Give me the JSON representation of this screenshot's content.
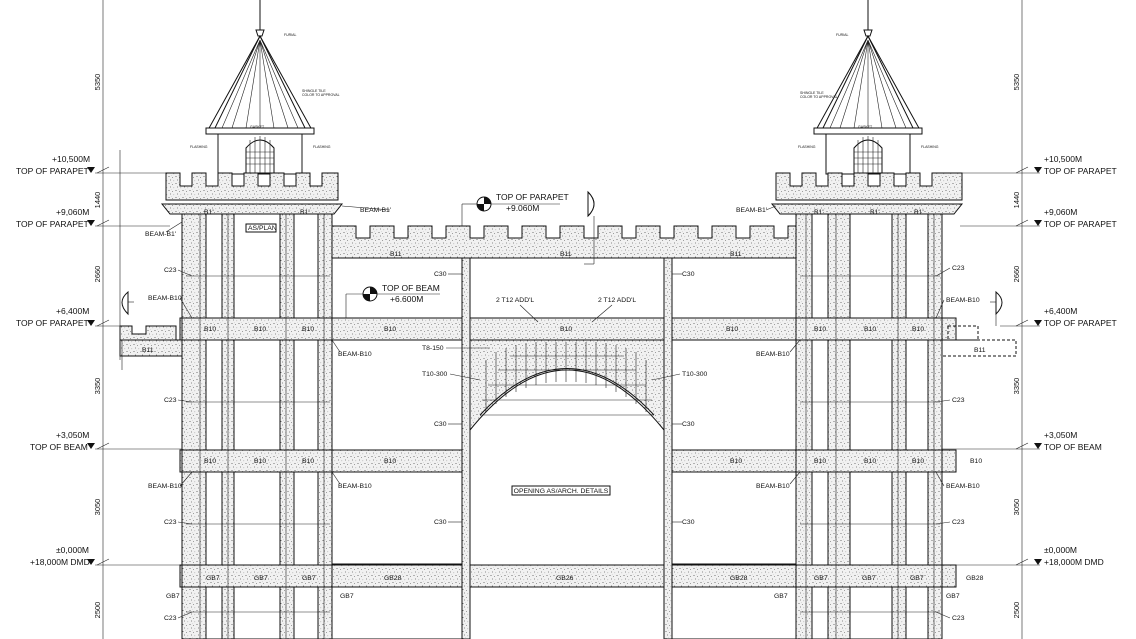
{
  "levels": {
    "parapet_top_main": {
      "value": "+10,500M",
      "label": "TOP OF PARAPET"
    },
    "parapet_mid": {
      "value": "+9,060M",
      "label": "TOP OF PARAPET"
    },
    "parapet_low": {
      "value": "+6,400M",
      "label": "TOP OF PARAPET"
    },
    "beam_top": {
      "value": "+3,050M",
      "label": "TOP OF BEAM"
    },
    "ground": {
      "value": "±0,000M",
      "label": "+18,000M DMD"
    },
    "center_parapet": {
      "value": "+9.060M",
      "label": "TOP OF PARAPET"
    },
    "center_beam": {
      "value": "+6.600M",
      "label": "TOP OF BEAM"
    }
  },
  "dimensions": [
    "5350",
    "1440",
    "2660",
    "3350",
    "3050",
    "2500"
  ],
  "labels": {
    "c23": "C23",
    "c30": "C30",
    "beam_b10": "BEAM-B10",
    "beam_b1": "BEAM-B1'",
    "b10": "B10",
    "b11": "B11",
    "b1": "B1'",
    "gb7": "GB7",
    "gb28": "GB28",
    "gb26": "GB26",
    "as_plan": "AS/PLAN",
    "t12_add": "2 T12 ADD'L",
    "t10_300": "T10-300",
    "t8_150": "T8-150",
    "opening": "OPENING AS/ARCH. DETAILS",
    "finial_note": "FURIAL",
    "roof_note": "SHINGLE TILE",
    "roof_note2": "COLOR TO APPROVAL",
    "gasket_note": "GASKET",
    "flashing_note": "FLASHING"
  }
}
